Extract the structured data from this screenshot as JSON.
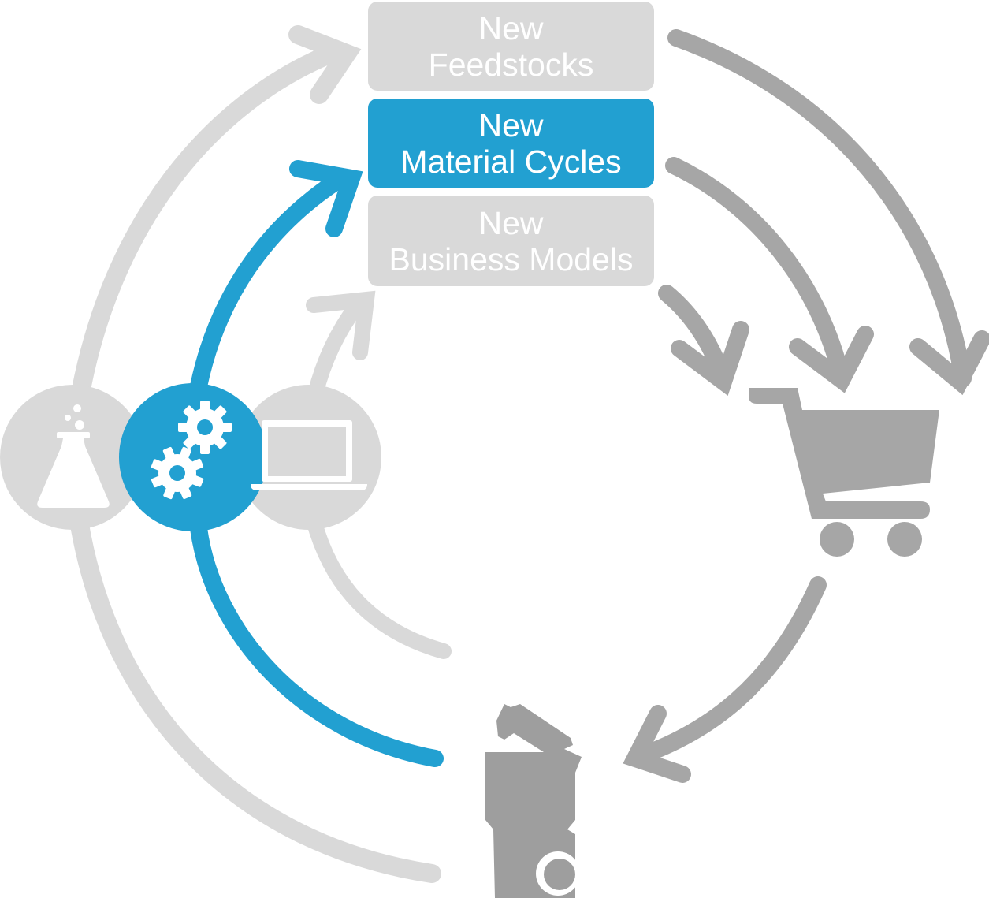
{
  "colors": {
    "accent_blue": "#22a0d1",
    "light_gray": "#d9d9d9",
    "dark_gray": "#a6a6a6",
    "white": "#ffffff"
  },
  "boxes": {
    "feedstocks": {
      "line1": "New",
      "line2": "Feedstocks",
      "color": "#d9d9d9"
    },
    "material_cycles": {
      "line1": "New",
      "line2": "Material Cycles",
      "color": "#22a0d1"
    },
    "business_models": {
      "line1": "New",
      "line2": "Business Models",
      "color": "#d9d9d9"
    }
  },
  "icons": {
    "research": "flask-icon",
    "technology": "gears-icon",
    "digital": "laptop-icon",
    "consumption": "shopping-cart-icon",
    "disposal": "waste-bin-icon"
  },
  "highlighted": "material_cycles"
}
